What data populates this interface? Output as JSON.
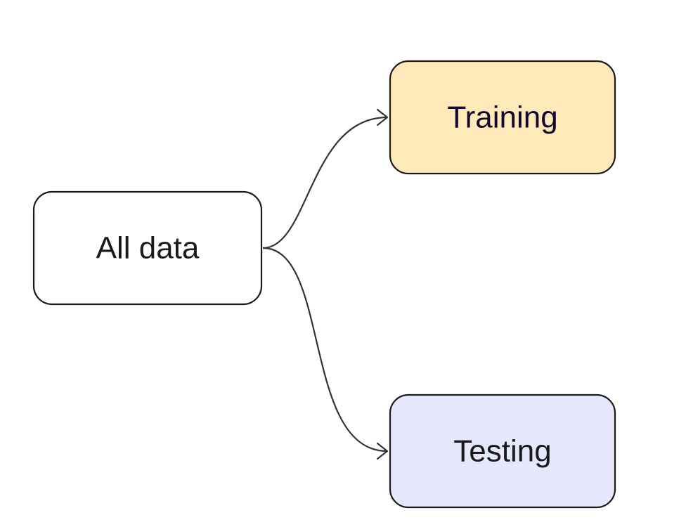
{
  "nodes": {
    "source": {
      "label": "All data",
      "fill": "#ffffff",
      "stroke": "#1a1a1a",
      "text_color": "#1a1a1a"
    },
    "training": {
      "label": "Training",
      "fill": "#ffe9b8",
      "stroke": "#1a1a1a",
      "text_color": "#12082e"
    },
    "testing": {
      "label": "Testing",
      "fill": "#e6e7fb",
      "stroke": "#1a1a1a",
      "text_color": "#1a1a1a"
    }
  },
  "edges": [
    {
      "from": "source",
      "to": "training"
    },
    {
      "from": "source",
      "to": "testing"
    }
  ],
  "edge_color": "#333333"
}
